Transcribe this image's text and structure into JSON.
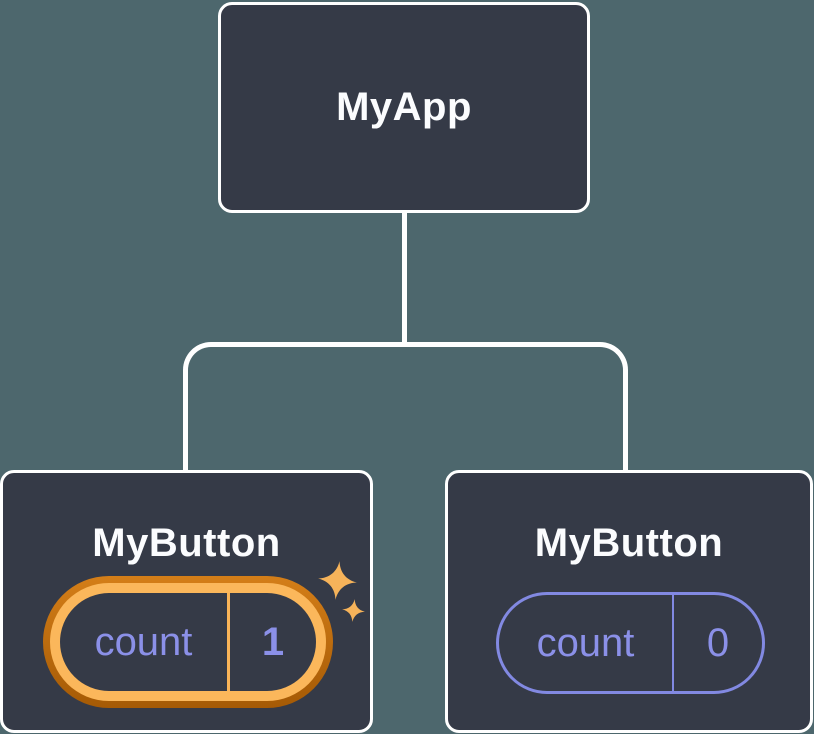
{
  "colors": {
    "background": "#4D676D",
    "node_fill": "#353A47",
    "node_border": "#FFFFFF",
    "connector": "#FFFFFF",
    "node_text": "#FBFCFE",
    "state_text": "#8B90E8",
    "state_border_plain": "#8289E2",
    "highlight_gold": "#FBB75B",
    "highlight_orange_dark": "#A55A05",
    "highlight_orange_light": "#D47E18",
    "sparkle": "#F6B35A"
  },
  "tree": {
    "root": {
      "label": "MyApp"
    },
    "children": [
      {
        "label": "MyButton",
        "state": {
          "key": "count",
          "value": "1"
        },
        "highlighted": true,
        "icon": "sparkles-icon"
      },
      {
        "label": "MyButton",
        "state": {
          "key": "count",
          "value": "0"
        },
        "highlighted": false
      }
    ]
  }
}
